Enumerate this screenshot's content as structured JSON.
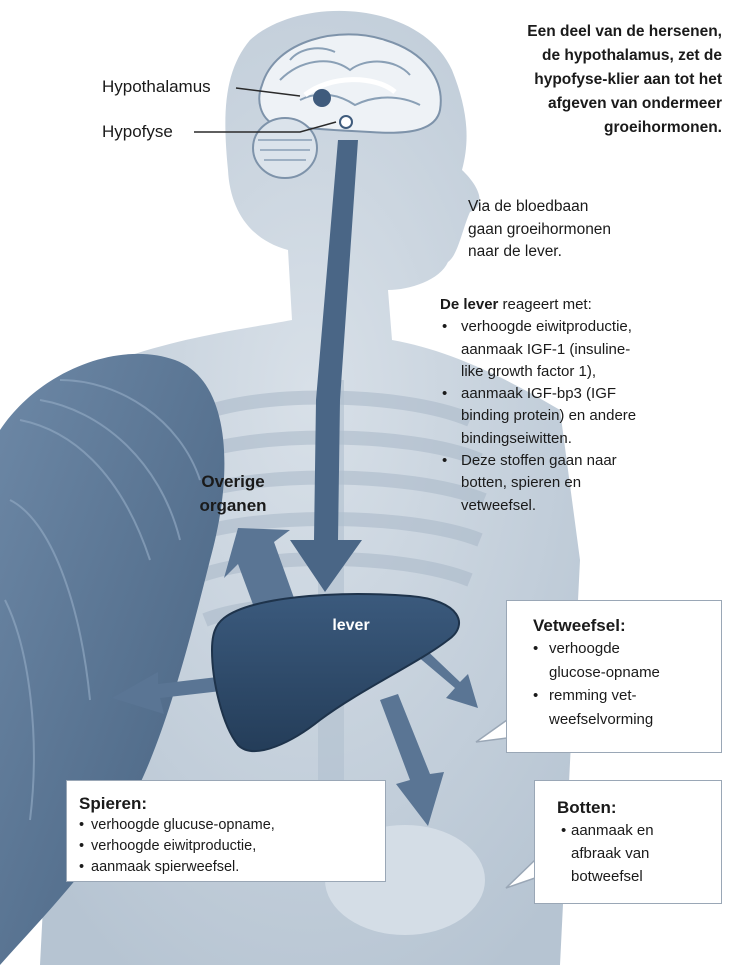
{
  "labels": {
    "hypothalamus": "Hypothalamus",
    "hypofyse": "Hypofyse",
    "overige_organen_line1": "Overige",
    "overige_organen_line2": "organen",
    "lever": "lever"
  },
  "intro_text": {
    "lines": [
      "Een deel van de hersenen,",
      "de hypothalamus, zet de",
      "hypofyse-klier aan tot het",
      "afgeven van ondermeer",
      "groeihormonen."
    ]
  },
  "bloodstream_text": {
    "lines": [
      "Via de bloedbaan",
      "gaan groeihormonen",
      "naar de lever."
    ]
  },
  "liver_response": {
    "heading_bold": "De lever",
    "heading_rest": " reageert met:",
    "bullets": [
      [
        "verhoogde eiwitproductie,",
        "aanmaak IGF-1 (insuline-",
        "like growth factor 1),"
      ],
      [
        "aanmaak IGF-bp3 (IGF",
        "binding protein) en andere",
        "bindingseiwitten."
      ],
      [
        "Deze stoffen gaan naar",
        "botten, spieren en",
        "vetweefsel."
      ]
    ]
  },
  "boxes": {
    "vetweefsel": {
      "title": "Vetweefsel:",
      "bullet": "•",
      "items": [
        [
          "verhoogde",
          "glucose-opname"
        ],
        [
          "remming vet-",
          "weefselvorming"
        ]
      ]
    },
    "spieren": {
      "title": "Spieren:",
      "bullet": "•",
      "items": [
        "verhoogde glucuse-opname,",
        "verhoogde eiwitproductie,",
        "aanmaak spierweefsel."
      ]
    },
    "botten": {
      "title": "Botten:",
      "bullet": "•",
      "items": [
        [
          "aanmaak en",
          "afbraak van",
          "botweefsel"
        ]
      ]
    }
  },
  "colors": {
    "body_silhouette": "#c7d2dd",
    "body_shadow": "#aebccb",
    "arrow": "#4f6a87",
    "liver": "#2f4c6c",
    "muscle": "#5d7898",
    "brain": "#e9eef3",
    "box_border": "#9aa7b6"
  }
}
